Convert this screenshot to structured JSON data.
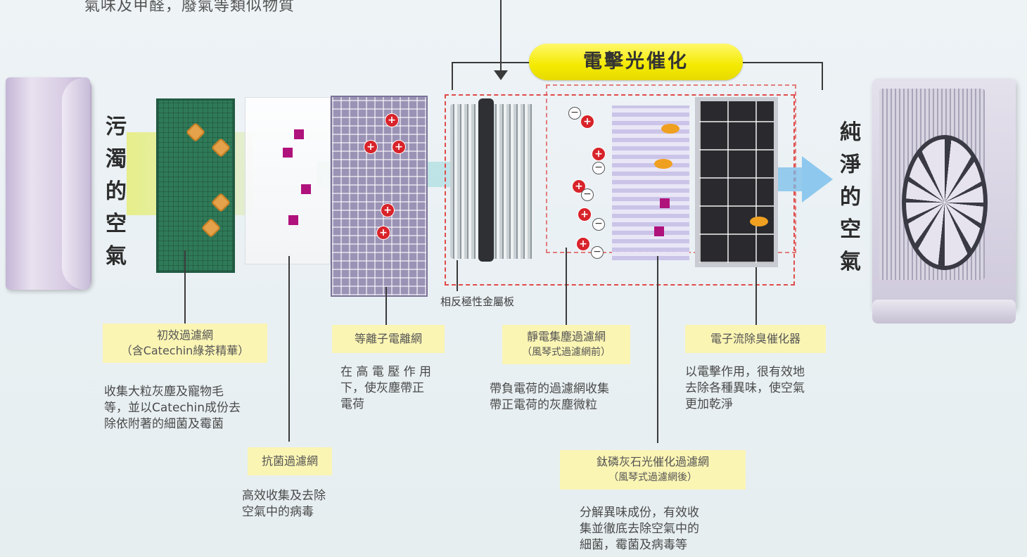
{
  "top_caption": "氣味及甲醛，廢氣等類似物質",
  "left_label": [
    "污",
    "濁",
    "的",
    "空",
    "氣"
  ],
  "right_label": [
    "純",
    "淨",
    "的",
    "空",
    "氣"
  ],
  "title_pill": "電擊光催化",
  "metal_plate_label": "相反極性金屬板",
  "components": [
    {
      "id": "prefilter",
      "title": "初效過濾網",
      "subtitle": "（含Catechin綠茶精華）",
      "description": "收集大粒灰塵及寵物毛\n等，並以Catechin成份去\n除依附著的細菌及霉菌"
    },
    {
      "id": "antibacterial",
      "title": "抗菌過濾網",
      "subtitle": "",
      "description": "高效收集及去除\n空氣中的病毒"
    },
    {
      "id": "ionizer",
      "title": "等離子電離網",
      "subtitle": "",
      "description": "在 高 電 壓 作 用\n下，使灰塵帶正\n電荷"
    },
    {
      "id": "electrostatic",
      "title": "靜電集塵過濾網",
      "subtitle": "（風琴式過濾網前）",
      "description": "帶負電荷的過濾網收集\n帶正電荷的灰塵微粒"
    },
    {
      "id": "photocatalyst",
      "title": "鈦磷灰石光催化過濾網",
      "subtitle": "（風琴式過濾網後）",
      "description": "分解異味成份，有效收\n集並徹底去除空氣中的\n細菌，霉菌及病毒等"
    },
    {
      "id": "deodorizer",
      "title": "電子流除臭催化器",
      "subtitle": "",
      "description": "以電擊作用，很有效地\n去除各種異味，使空氣\n更加乾淨"
    }
  ],
  "colors": {
    "label_bg": "#fbf5b4",
    "pill": "#f4ea00",
    "dash": "#e04b4b",
    "charge": "#d8232a"
  }
}
